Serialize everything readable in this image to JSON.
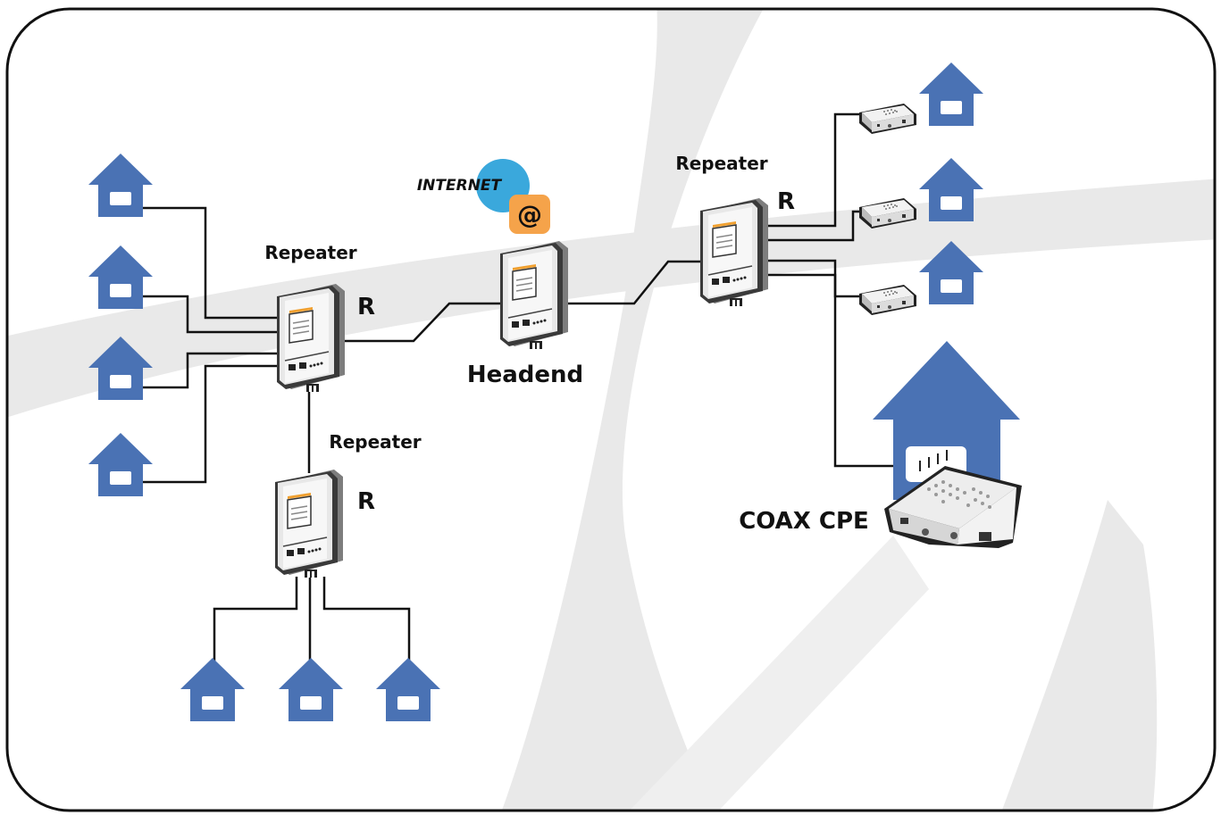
{
  "colors": {
    "house": "#4a72b4",
    "wire": "#111111",
    "watermark": "#e9e9e9",
    "frame": "#111111",
    "internet_circle": "#3aa8dc",
    "at_square": "#f5a34a",
    "device_body": "#e4e4e4",
    "device_accent": "#f0a030"
  },
  "labels": {
    "internet": "INTERNET",
    "at_symbol": "@",
    "headend": "Headend",
    "repeater_left": "Repeater",
    "repeater_bottom": "Repeater",
    "repeater_right": "Repeater",
    "r_left": "R",
    "r_bottom": "R",
    "r_right": "R",
    "coax_cpe": "COAX CPE"
  }
}
